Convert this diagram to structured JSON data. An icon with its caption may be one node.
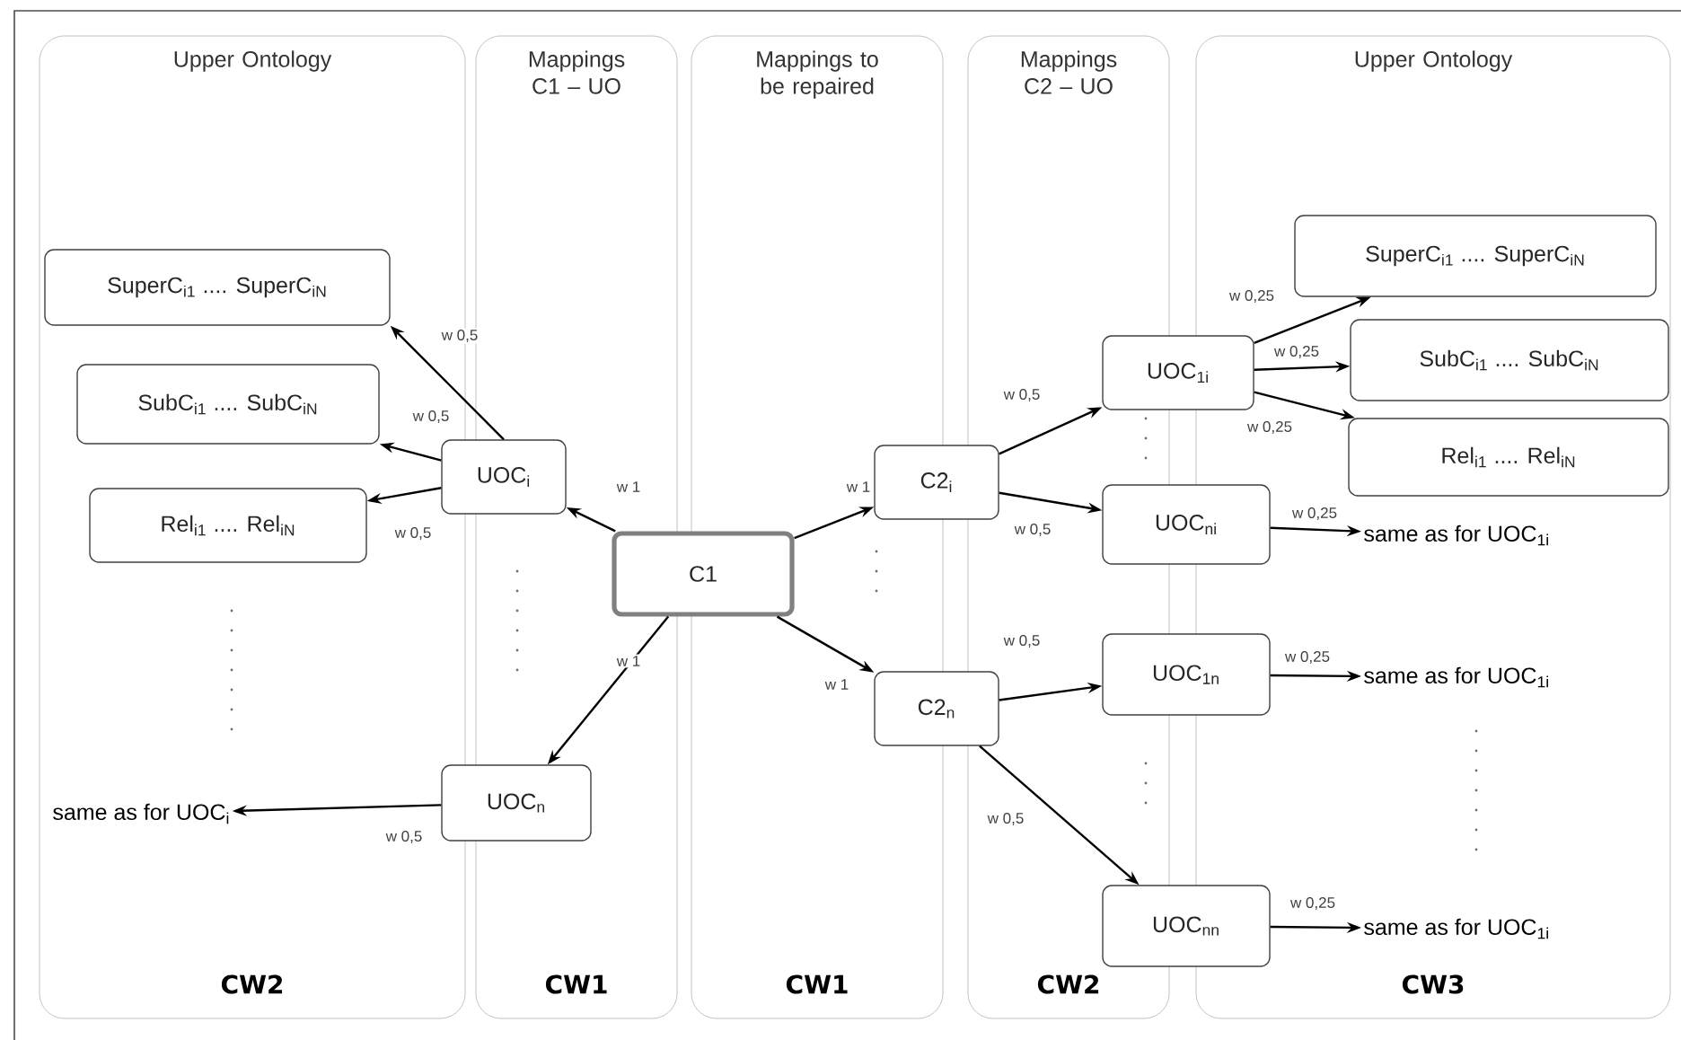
{
  "diagram": {
    "nodes": [
      {
        "text": [
          "SuperC$_{i1}$ .... SuperC$_{iN}$"
        ]
      },
      {
        "text": [
          "SubC$_{i1}$ .... SubC$_{iN}$"
        ]
      },
      {
        "text": [
          "Rel$_{i1}$ .... Rel$_{iN}$"
        ]
      },
      {
        "text": [
          "same as for UOC$_{i}$"
        ]
      },
      {
        "text": [
          "UOC$_{i}$"
        ]
      },
      {
        "text": [
          "UOC$_{n}$"
        ]
      },
      {
        "text": [
          "C1"
        ]
      },
      {
        "text": [
          "C2$_{i}$"
        ]
      },
      {
        "text": [
          "C2$_{n}$"
        ]
      },
      {
        "text": [
          "UOC$_{1i}$"
        ]
      },
      {
        "text": [
          "UOC$_{ni}$"
        ]
      },
      {
        "text": [
          "UOC$_{1n}$"
        ]
      },
      {
        "text": [
          "UOC$_{nn}$"
        ]
      },
      {
        "text": [
          "SuperC$_{i1}$ .... SuperC$_{iN}$"
        ]
      },
      {
        "text": [
          "SubC$_{i1}$ .... SubC$_{iN}$"
        ]
      },
      {
        "text": [
          "Rel$_{i1}$ .... Rel$_{iN}$"
        ]
      },
      {
        "text": [
          "same as for UOC$_{1i}$"
        ]
      },
      {
        "text": [
          "same as for UOC$_{1i}$"
        ]
      },
      {
        "text": [
          "same as for UOC$_{1i}$"
        ]
      }
    ],
    "edges": [
      {
        "from": 6,
        "to": 4,
        "arrow": "to",
        "label": "w 1"
      },
      {
        "from": 6,
        "to": 5,
        "arrow": "to",
        "label": "w 1"
      },
      {
        "from": 4,
        "to": 0,
        "arrow": "to",
        "label": "w 0,5"
      },
      {
        "from": 4,
        "to": 1,
        "arrow": "to",
        "label": "w 0,5"
      },
      {
        "from": 4,
        "to": 2,
        "arrow": "to",
        "label": "w 0,5"
      },
      {
        "from": 5,
        "to": 3,
        "arrow": "to",
        "label": "w 0,5"
      },
      {
        "from": 6,
        "to": 7,
        "arrow": "to",
        "label": "w 1"
      },
      {
        "from": 6,
        "to": 8,
        "arrow": "to",
        "label": "w 1"
      },
      {
        "from": 7,
        "to": 9,
        "arrow": "to",
        "label": "w 0,5"
      },
      {
        "from": 7,
        "to": 10,
        "arrow": "to",
        "label": "w 0,5"
      },
      {
        "from": 8,
        "to": 11,
        "arrow": "to",
        "label": "w 0,5"
      },
      {
        "from": 8,
        "to": 12,
        "arrow": "to",
        "label": "w 0,5"
      },
      {
        "from": 9,
        "to": 13,
        "arrow": "to",
        "label": "w 0,25"
      },
      {
        "from": 9,
        "to": 14,
        "arrow": "to",
        "label": "w 0,25"
      },
      {
        "from": 9,
        "to": 15,
        "arrow": "to",
        "label": "w 0,25"
      },
      {
        "from": 10,
        "to": 16,
        "arrow": "to",
        "label": "w 0,25"
      },
      {
        "from": 11,
        "to": 17,
        "arrow": "to",
        "label": "w 0,25"
      },
      {
        "from": 12,
        "to": 18,
        "arrow": "to",
        "label": "w 0,25"
      }
    ],
    "labels": [
      "Upper Ontology",
      "Mappings C1 – UO",
      "Mappings to be repaired",
      "Mappings C2 – UO",
      "Upper Ontology",
      "CW2",
      "CW1",
      "CW1",
      "CW2",
      "CW3"
    ]
  }
}
